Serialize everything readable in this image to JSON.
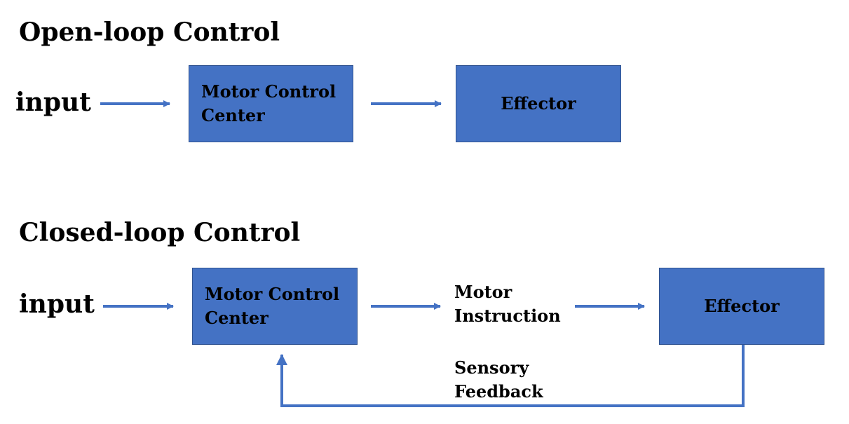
{
  "open_loop": {
    "title": "Open-loop Control",
    "input_label": "input",
    "motor_control_center": "Motor Control\nCenter",
    "effector": "Effector"
  },
  "closed_loop": {
    "title": "Closed-loop Control",
    "input_label": "input",
    "motor_control_center": "Motor Control\nCenter",
    "motor_instruction": "Motor\nInstruction",
    "effector": "Effector",
    "sensory_feedback": "Sensory\nFeedback"
  },
  "colors": {
    "box_fill": "#4472C4",
    "box_border": "#2F528F",
    "arrow": "#4472C4"
  }
}
